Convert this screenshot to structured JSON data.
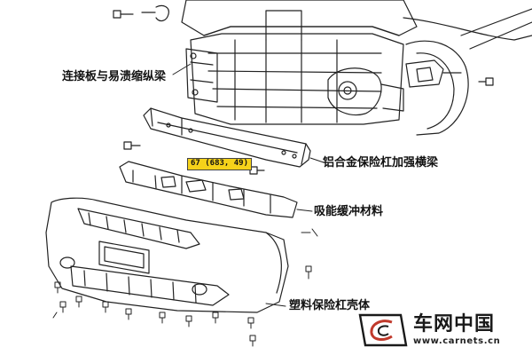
{
  "labels": {
    "connector_plate": "连接板与易溃缩纵梁",
    "reinforcement_beam": "铝合金保险杠加强横梁",
    "energy_absorber": "吸能缓冲材料",
    "bumper_cover": "塑料保险杠壳体"
  },
  "torque_spec": "67 (683, 49)",
  "watermark": {
    "brand": "车网中国",
    "url": "www.carnets.cn"
  },
  "colors": {
    "line": "#222222",
    "torque_highlight": "#f5d21a",
    "logo_accent": "#c0392b"
  }
}
